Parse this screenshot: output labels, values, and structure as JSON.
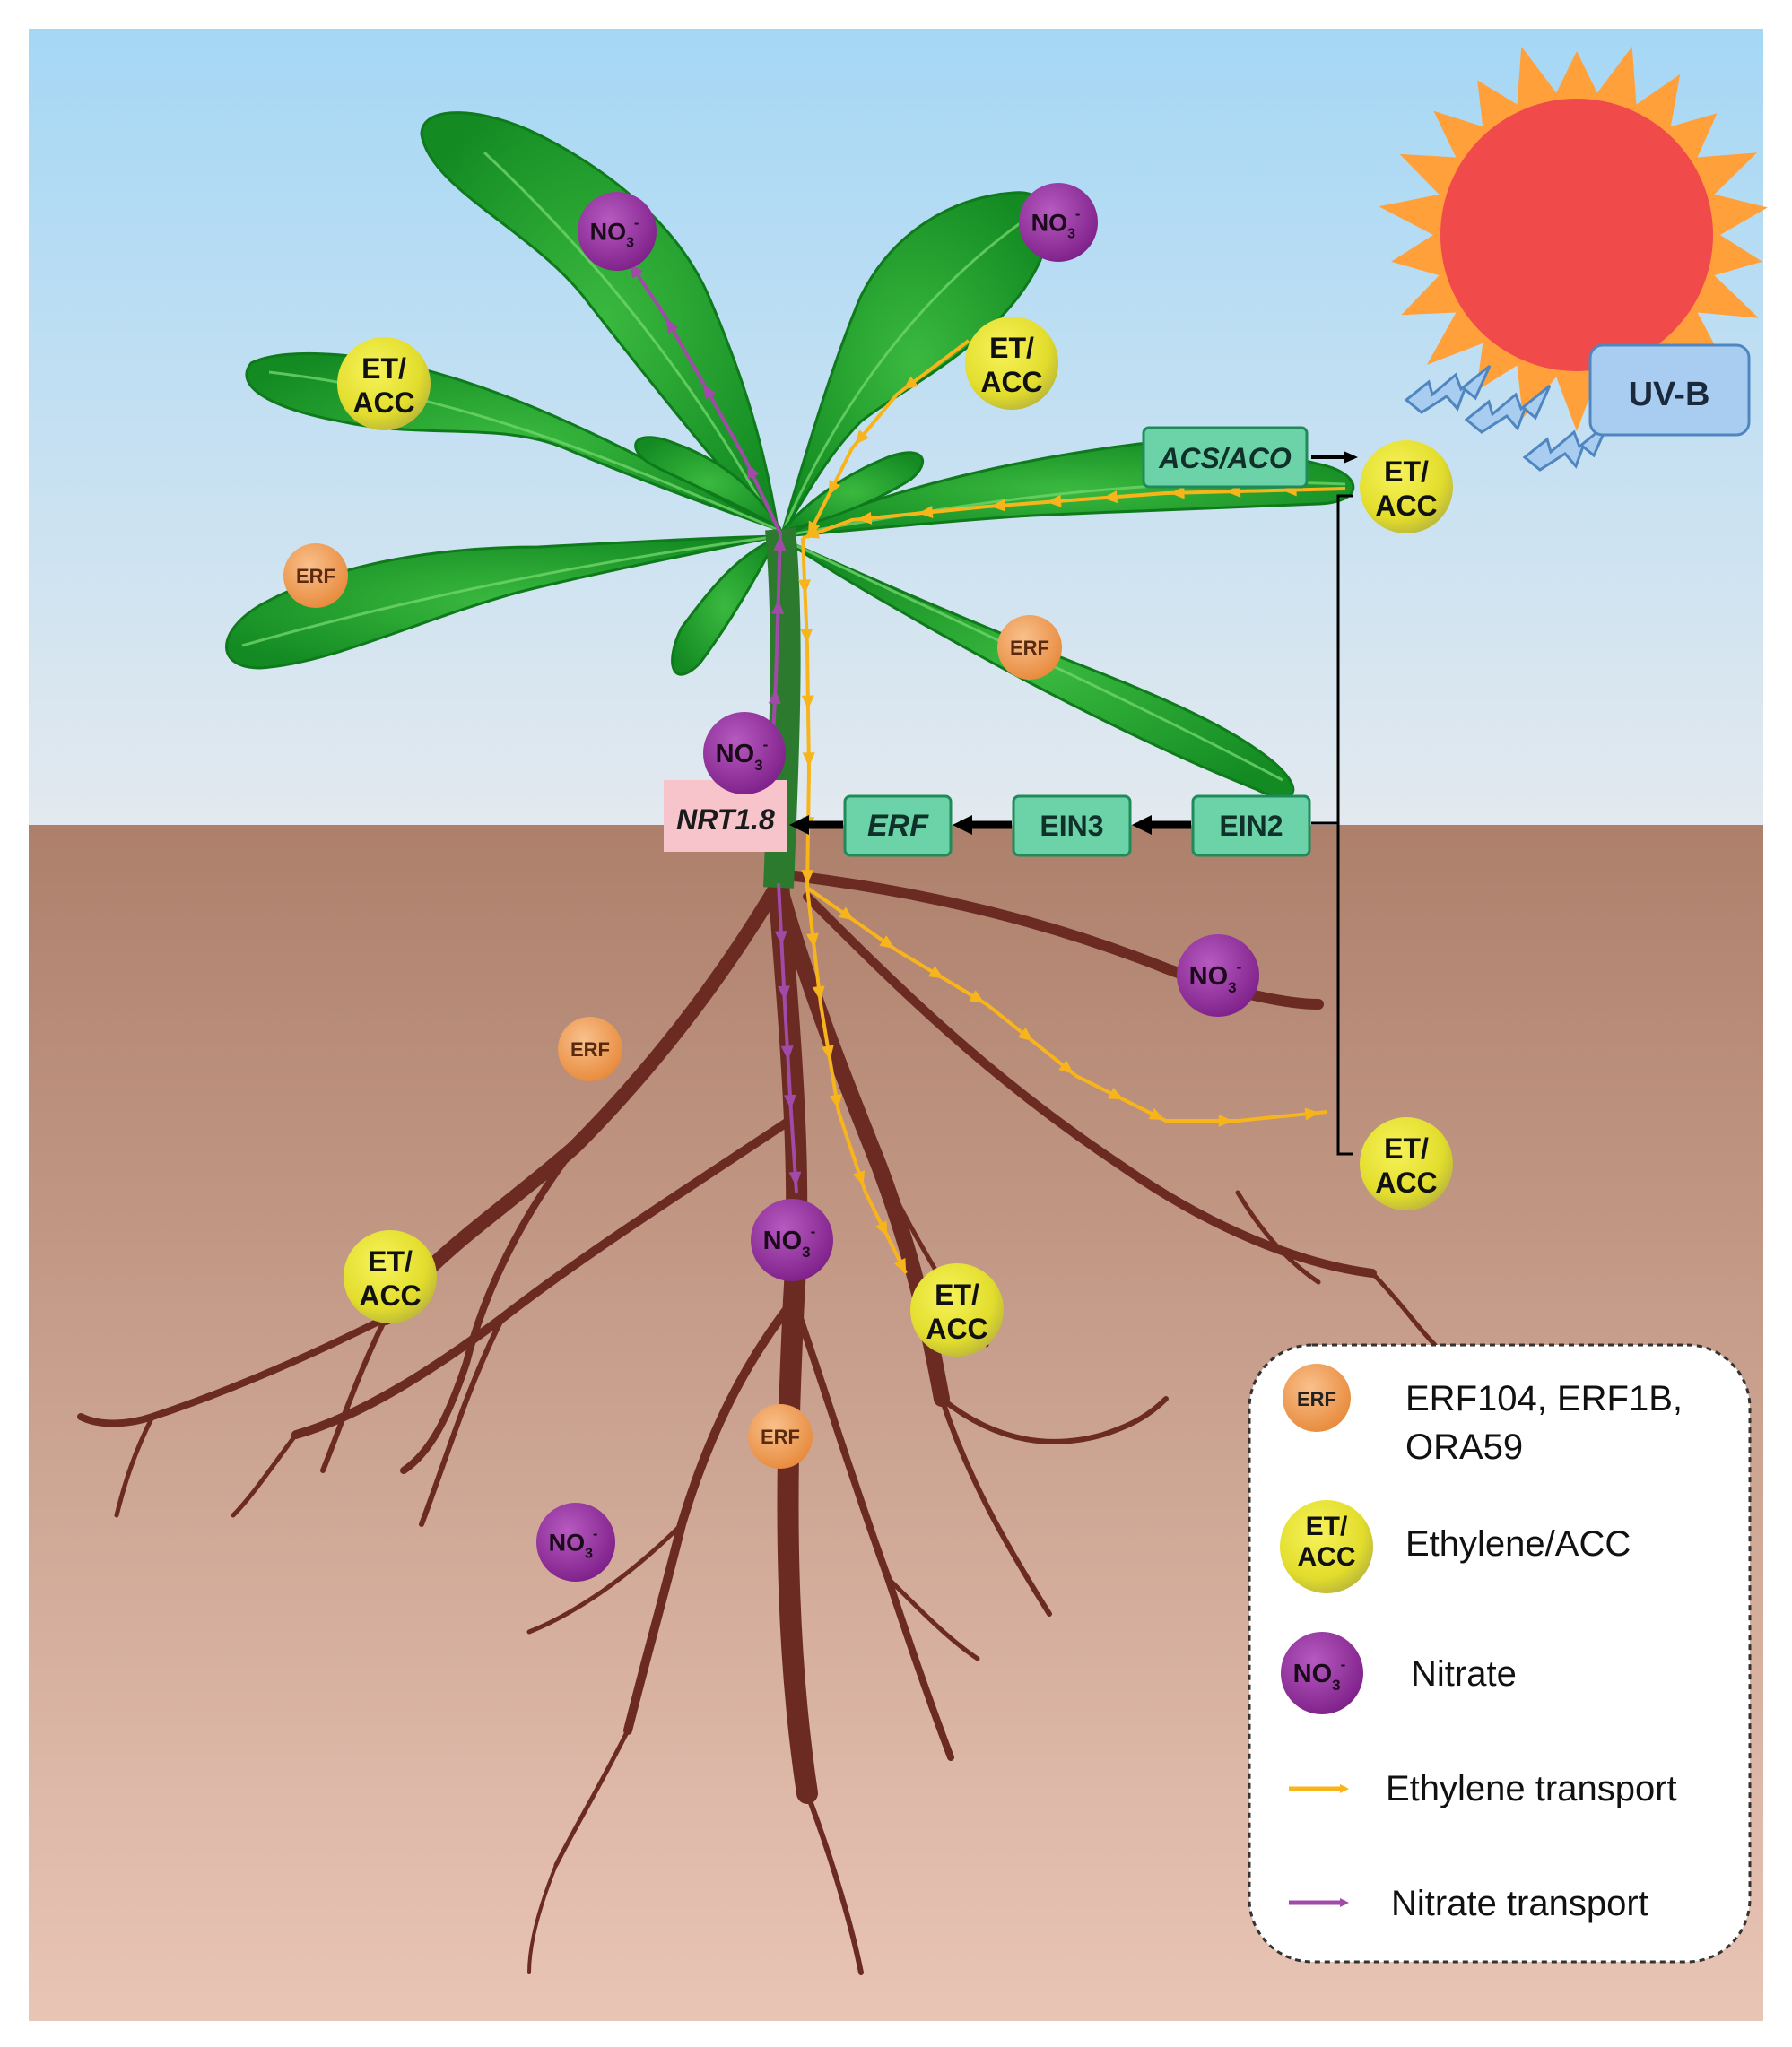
{
  "labels": {
    "no3_base": "NO",
    "no3_sub": "3",
    "no3_sup": "-",
    "et_line1": "ET/",
    "et_line2": "ACC",
    "erf_small": "ERF",
    "uvb": "UV-B",
    "acs_aco": "ACS/ACO",
    "nrt": "NRT1.8",
    "erf_box": "ERF",
    "ein3": "EIN3",
    "ein2": "EIN2"
  },
  "legend": {
    "erf_line1": "ERF104, ERF1B,",
    "erf_line2": "ORA59",
    "et": "Ethylene/ACC",
    "nitrate": "Nitrate",
    "ethylene_transport": "Ethylene transport",
    "nitrate_transport": "Nitrate transport"
  },
  "colors": {
    "sky_top": "#a7d8f5",
    "sky_bottom": "#dfe8f0",
    "soil_top": "#b08470",
    "soil_bottom": "#e8c2b2",
    "leaf": "#1f9a2a",
    "root": "#6b2a22",
    "sun": "#f04a4a",
    "sun_rays": "#ffa03a",
    "et": "#e6e23a",
    "nitrate": "#9b2fa0",
    "erf": "#f4a55c",
    "ethylene_arrow": "#f7b51b",
    "nitrate_arrow": "#a24aa8",
    "gene_box": "#6cd3a8",
    "nrt_box": "#f7c4cc",
    "uvb_box": "#a8cdf0"
  }
}
